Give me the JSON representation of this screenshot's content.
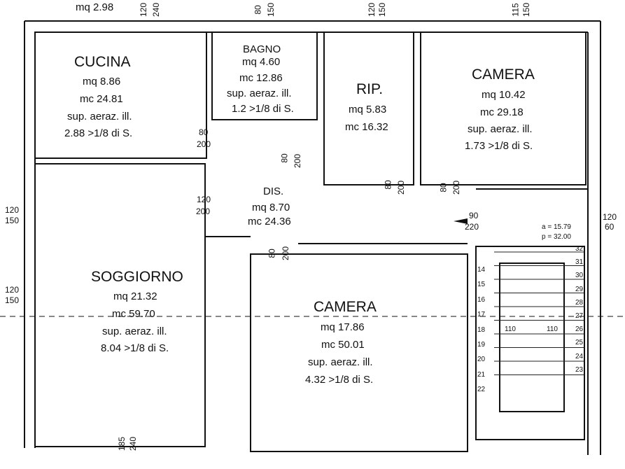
{
  "top_note": "mq 2.98",
  "rooms": {
    "cucina": {
      "name": "CUCINA",
      "area": "mq 8.86",
      "volume": "mc 24.81",
      "aer": "sup. aeraz. ill.",
      "ratio": "2.88 >1/8 di S."
    },
    "bagno": {
      "name": "BAGNO",
      "area": "mq 4.60",
      "volume": "mc 12.86",
      "aer": "sup. aeraz. ill.",
      "ratio": "1.2 >1/8 di S."
    },
    "rip": {
      "name": "RIP.",
      "area": "mq 5.83",
      "volume": "mc 16.32"
    },
    "camera1": {
      "name": "CAMERA",
      "area": "mq 10.42",
      "volume": "mc 29.18",
      "aer": "sup. aeraz. ill.",
      "ratio": "1.73 >1/8 di S."
    },
    "dis": {
      "name": "DIS.",
      "area": "mq 8.70",
      "volume": "mc 24.36"
    },
    "soggiorno": {
      "name": "SOGGIORNO",
      "area": "mq 21.32",
      "volume": "mc 59.70",
      "aer": "sup. aeraz. ill.",
      "ratio": "8.04 >1/8 di S."
    },
    "camera2": {
      "name": "CAMERA",
      "area": "mq 17.86",
      "volume": "mc 50.01",
      "aer": "sup. aeraz. ill.",
      "ratio": "4.32 >1/8 di S."
    }
  },
  "openings": {
    "top_cucina": {
      "w": "120",
      "h": "240"
    },
    "top_bagno": {
      "w": "80",
      "h": "150"
    },
    "top_rip": {
      "w": "120",
      "h": "150"
    },
    "top_camera": {
      "w": "115",
      "h": "150"
    },
    "door_cucina": {
      "w": "80",
      "h": "200"
    },
    "door_bagno": {
      "w": "80",
      "h": "200"
    },
    "door_rip": {
      "w": "80",
      "h": "200"
    },
    "door_camera1": {
      "w": "80",
      "h": "200"
    },
    "door_sogg": {
      "w": "120",
      "h": "200"
    },
    "door_camera2": {
      "w": "80",
      "h": "200"
    },
    "door_entry": {
      "w": "90",
      "h": "220"
    },
    "left_1": {
      "w": "120",
      "h": "150"
    },
    "left_2": {
      "w": "120",
      "h": "150"
    },
    "right_1": {
      "w": "120",
      "h": "60"
    },
    "bottom_sogg": {
      "w": "185",
      "h": "240"
    }
  },
  "stairs": {
    "a": "a = 15.79",
    "p": "p = 32.00",
    "left_steps": [
      "14",
      "15",
      "16",
      "17",
      "18",
      "19",
      "20",
      "21",
      "22"
    ],
    "right_steps": [
      "32",
      "31",
      "30",
      "29",
      "28",
      "27",
      "26",
      "25",
      "24",
      "23"
    ],
    "landing_left": "110",
    "landing_right": "110"
  }
}
